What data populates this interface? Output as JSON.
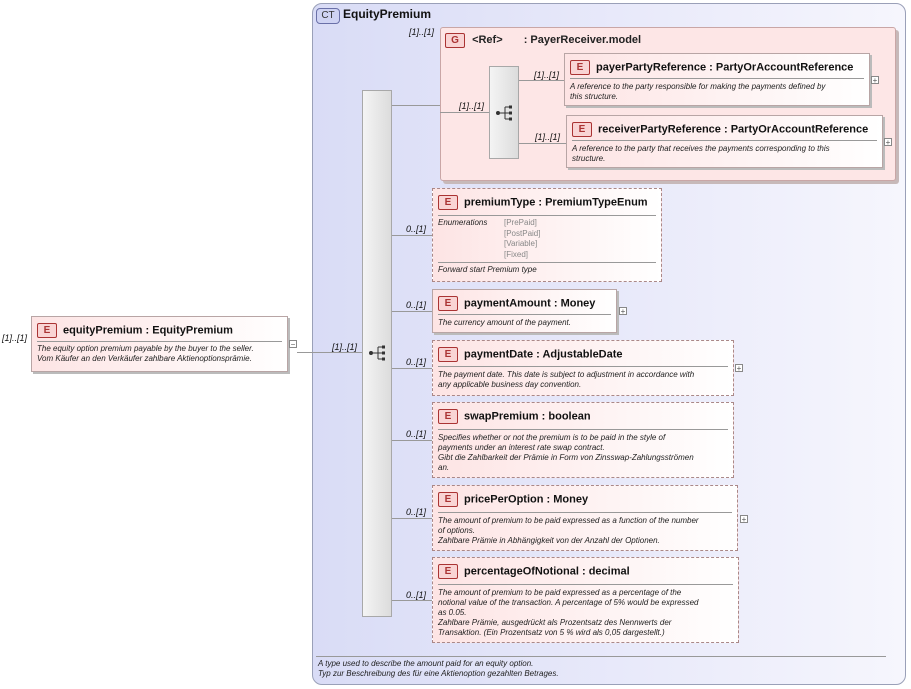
{
  "root": {
    "occurrence": "[1]..[1]",
    "badge": "E",
    "name": "equityPremium",
    "type": ": EquityPremium",
    "doc": [
      "The equity option premium payable by the buyer to the seller.",
      "Vom Käufer an den Verkäufer zahlbare Aktienoptionsprämie."
    ]
  },
  "complex_type": {
    "badge": "CT",
    "name": "EquityPremium",
    "sequence_occurrence": "[1]..[1]",
    "doc": [
      "A type used to describe the amount paid for an equity option.",
      "Typ zur Beschreibung des für eine Aktienoption gezahlten Betrages."
    ]
  },
  "group": {
    "occurrence": "[1]..[1]",
    "badge": "G",
    "ref": "<Ref>",
    "name": ": PayerReceiver.model",
    "sequence_occurrence": "[1]..[1]",
    "elements": [
      {
        "occurrence": "[1]..[1]",
        "badge": "E",
        "name": "payerPartyReference",
        "type": ": PartyOrAccountReference",
        "doc": [
          "A reference to the party responsible for making the payments defined by",
          "this structure."
        ]
      },
      {
        "occurrence": "[1]..[1]",
        "badge": "E",
        "name": "receiverPartyReference",
        "type": ": PartyOrAccountReference",
        "doc": [
          "A reference to the party that receives the payments corresponding to this",
          "structure."
        ]
      }
    ]
  },
  "elements": [
    {
      "occurrence": "0..[1]",
      "badge": "E",
      "name": "premiumType",
      "type": ": PremiumTypeEnum",
      "enum_label": "Enumerations",
      "enums": [
        "[PrePaid]",
        "[PostPaid]",
        "[Variable]",
        "[Fixed]"
      ],
      "doc": [
        "Forward start Premium type"
      ]
    },
    {
      "occurrence": "0..[1]",
      "badge": "E",
      "name": "paymentAmount",
      "type": ": Money",
      "doc": [
        "The currency amount of the payment."
      ]
    },
    {
      "occurrence": "0..[1]",
      "badge": "E",
      "name": "paymentDate",
      "type": ": AdjustableDate",
      "doc": [
        "The payment date. This date is subject to adjustment in accordance with",
        "any applicable business day convention."
      ]
    },
    {
      "occurrence": "0..[1]",
      "badge": "E",
      "name": "swapPremium",
      "type": ": boolean",
      "doc": [
        "Specifies whether or not the premium is to be paid in the style of",
        "payments under an interest rate swap contract.",
        "Gibt die Zahlbarkeit der Prämie in Form von Zinsswap-Zahlungsströmen",
        "an."
      ]
    },
    {
      "occurrence": "0..[1]",
      "badge": "E",
      "name": "pricePerOption",
      "type": ": Money",
      "doc": [
        "The amount of premium to be paid expressed as a function of the number",
        "of options.",
        "Zahlbare Prämie in Abhängigkeit von der Anzahl der Optionen."
      ]
    },
    {
      "occurrence": "0..[1]",
      "badge": "E",
      "name": "percentageOfNotional",
      "type": ": decimal",
      "doc": [
        "The amount of premium to be paid expressed as a percentage of the",
        "notional value of the transaction. A percentage of 5% would be expressed",
        "as 0.05.",
        "Zahlbare Prämie, ausgedrückt als Prozentsatz des Nennwerts der",
        "Transaktion. (Ein Prozentsatz von 5 % wird als 0,05 dargestellt.)"
      ]
    }
  ],
  "icons": {
    "expand": "plus-icon",
    "collapse": "minus-icon",
    "sequence": "sequence-compositor-icon"
  }
}
